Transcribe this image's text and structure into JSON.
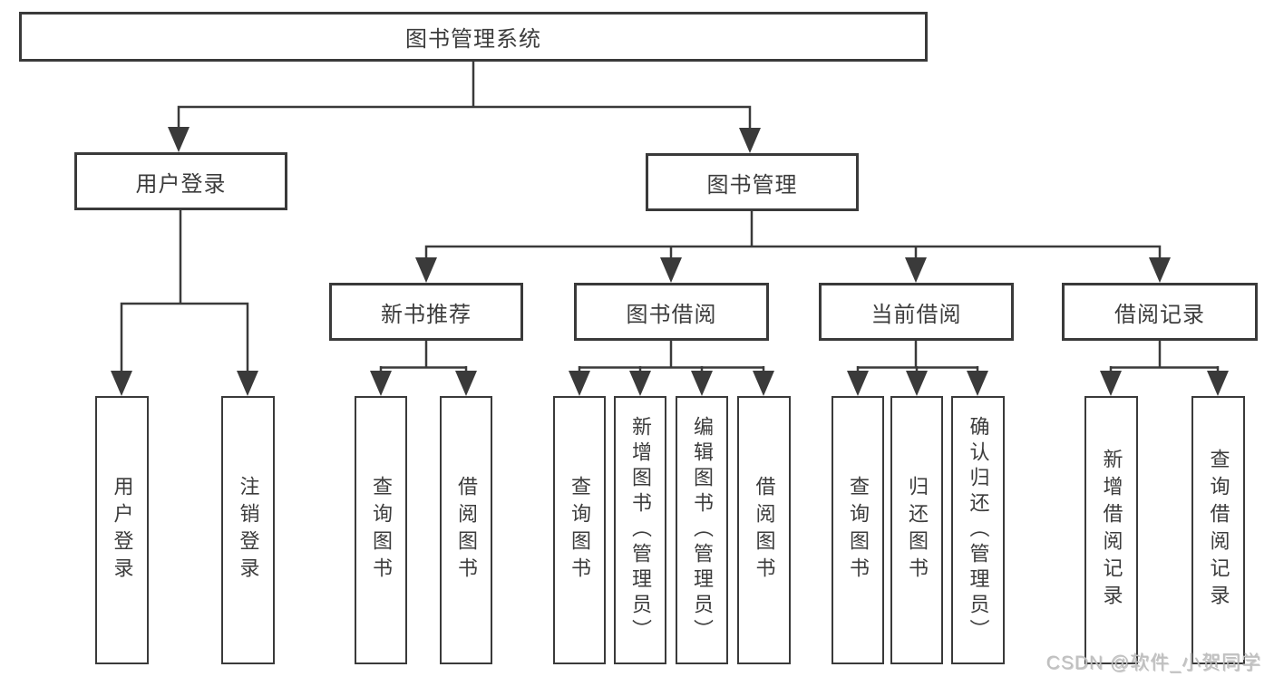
{
  "nodes": {
    "root": {
      "label": "图书管理系统"
    },
    "level2": [
      {
        "label": "用户登录"
      },
      {
        "label": "图书管理"
      }
    ],
    "level3": [
      {
        "label": "新书推荐",
        "parent": "图书管理"
      },
      {
        "label": "图书借阅",
        "parent": "图书管理"
      },
      {
        "label": "当前借阅",
        "parent": "图书管理"
      },
      {
        "label": "借阅记录",
        "parent": "图书管理"
      }
    ],
    "leaves": [
      {
        "label": "用户登录",
        "parent": "用户登录"
      },
      {
        "label": "注销登录",
        "parent": "用户登录"
      },
      {
        "label": "查询图书",
        "parent": "新书推荐"
      },
      {
        "label": "借阅图书",
        "parent": "新书推荐"
      },
      {
        "label": "查询图书",
        "parent": "图书借阅"
      },
      {
        "label": "新增图书（管理员）",
        "parent": "图书借阅"
      },
      {
        "label": "编辑图书（管理员）",
        "parent": "图书借阅"
      },
      {
        "label": "借阅图书",
        "parent": "图书借阅"
      },
      {
        "label": "查询图书",
        "parent": "当前借阅"
      },
      {
        "label": "归还图书",
        "parent": "当前借阅"
      },
      {
        "label": "确认归还（管理员）",
        "parent": "当前借阅"
      },
      {
        "label": "新增借阅记录",
        "parent": "借阅记录"
      },
      {
        "label": "查询借阅记录",
        "parent": "借阅记录"
      }
    ]
  },
  "watermark": "CSDN @软件_小贺同学",
  "colors": {
    "line": "#3a3a3a",
    "text": "#3c3c3c",
    "watermark": "#bfbfbf",
    "background": "#ffffff"
  }
}
